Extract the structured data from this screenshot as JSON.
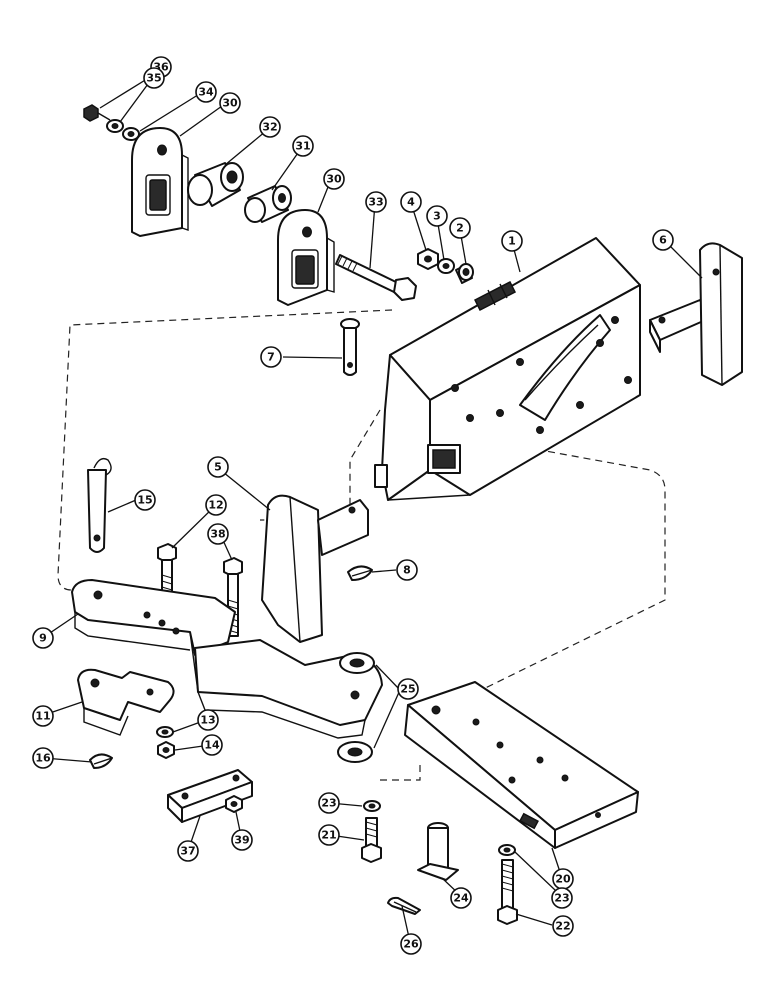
{
  "diagram": {
    "callouts": {
      "c36": "36",
      "c35": "35",
      "c34": "34",
      "c30a": "30",
      "c32": "32",
      "c31": "31",
      "c30b": "30",
      "c33": "33",
      "c4": "4",
      "c3": "3",
      "c2": "2",
      "c1": "1",
      "c6": "6",
      "c7": "7",
      "c15": "15",
      "c5": "5",
      "c12": "12",
      "c38": "38",
      "c8": "8",
      "c9": "9",
      "c25": "25",
      "c11": "11",
      "c13": "13",
      "c14": "14",
      "c16": "16",
      "c37": "37",
      "c39": "39",
      "c23a": "23",
      "c21": "21",
      "c24": "24",
      "c20": "20",
      "c23b": "23",
      "c22": "22",
      "c26": "26"
    }
  }
}
